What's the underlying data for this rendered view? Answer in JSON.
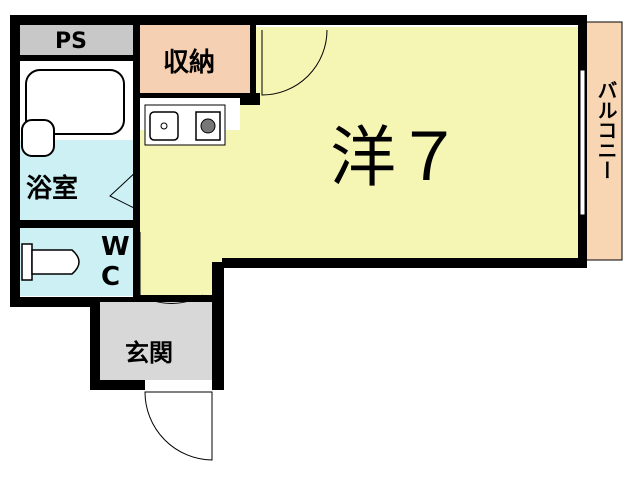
{
  "plan": {
    "ps_label": "PS",
    "storage_label": "収納",
    "main_room_label": "洋７",
    "bath_label": "浴室",
    "wc_label": "W\nC",
    "entrance_label": "玄関",
    "balcony_label": "バルコニー"
  },
  "colors": {
    "main_room": "#f5f5b4",
    "storage": "#f6d0b2",
    "bath": "#ccf0f4",
    "wc": "#ccf0f4",
    "balcony": "#f8d6b4",
    "entrance": "#d8d8d8",
    "ps": "#c8c8c8",
    "wall": "#000000"
  }
}
